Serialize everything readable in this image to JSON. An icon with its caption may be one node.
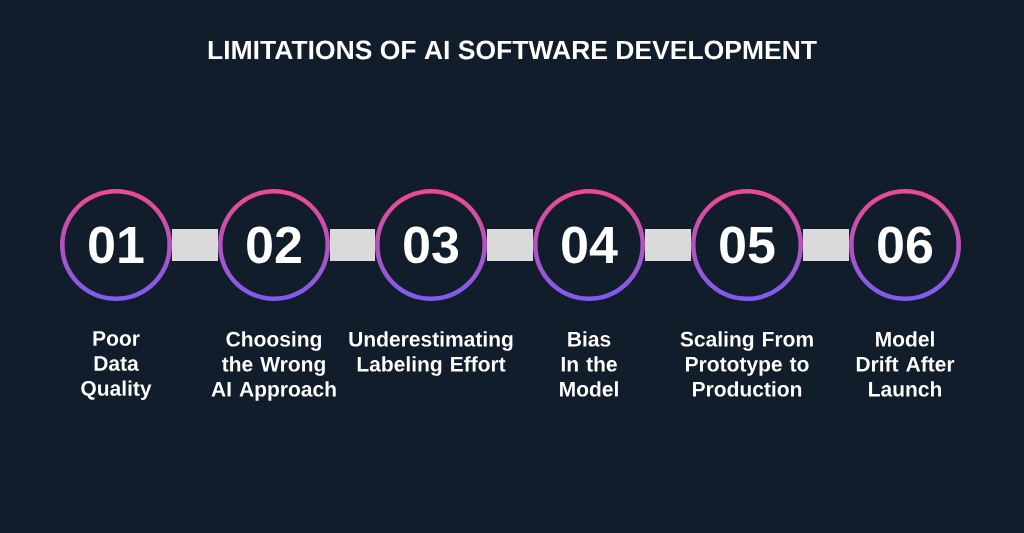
{
  "diagram": {
    "title": "LIMITATIONS OF AI SOFTWARE DEVELOPMENT",
    "nodes": [
      {
        "text": [
          "01"
        ],
        "beside": [
          "Poor Data Quality"
        ]
      },
      {
        "text": [
          "02"
        ],
        "beside": [
          "Choosing the Wrong AI Approach"
        ]
      },
      {
        "text": [
          "03"
        ],
        "beside": [
          "Underestimating Labeling Effort"
        ]
      },
      {
        "text": [
          "04"
        ],
        "beside": [
          "Bias In the Model"
        ]
      },
      {
        "text": [
          "05"
        ],
        "beside": [
          "Scaling From Prototype to Production"
        ]
      },
      {
        "text": [
          "06"
        ],
        "beside": [
          "Model Drift After Launch"
        ]
      }
    ],
    "edges": [
      {
        "from": 0,
        "to": 1,
        "arrow": "none"
      },
      {
        "from": 1,
        "to": 2,
        "arrow": "none"
      },
      {
        "from": 2,
        "to": 3,
        "arrow": "none"
      },
      {
        "from": 3,
        "to": 4,
        "arrow": "none"
      },
      {
        "from": 4,
        "to": 5,
        "arrow": "none"
      }
    ]
  }
}
